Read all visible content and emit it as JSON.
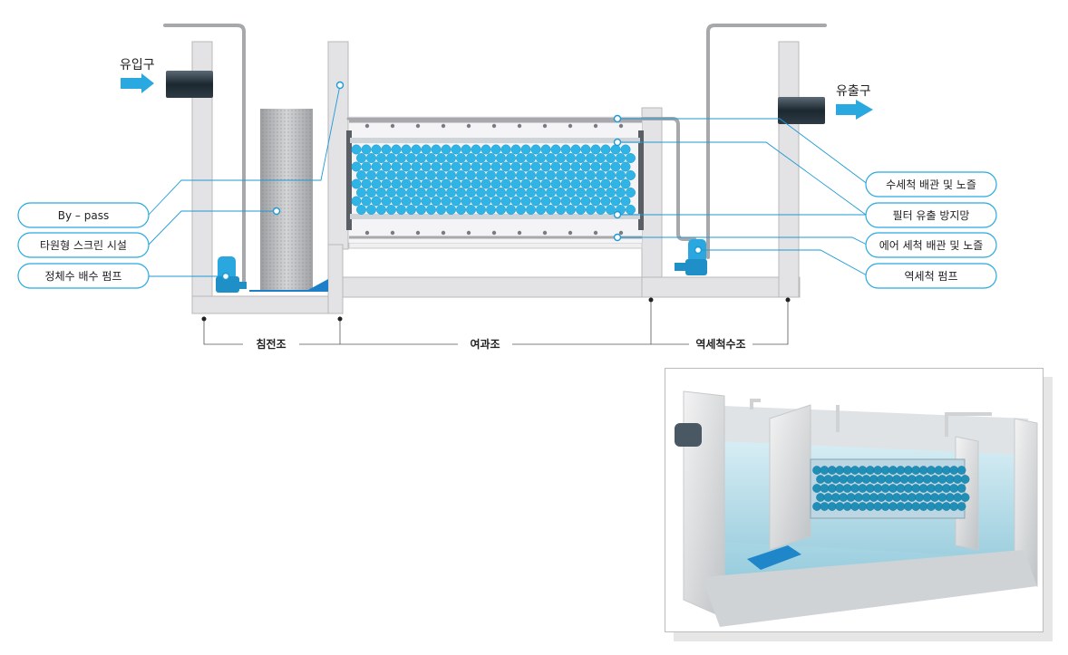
{
  "inlet_label": "유입구",
  "outlet_label": "유출구",
  "callouts_left": [
    "By – pass",
    "타원형 스크린 시설",
    "정체수 배수 펌프"
  ],
  "callouts_right": [
    "수세척 배관 및 노즐",
    "필터 유출 방지망",
    "에어 세척 배관 및 노즐",
    "역세척 펌프"
  ],
  "sections": [
    "침전조",
    "여과조",
    "역세척수조"
  ],
  "colors": {
    "accent": "#29a9e0",
    "ball": "#2fb4e6",
    "wall": "#e2e2e4",
    "pipe": "#a9aaad",
    "line": "#1d9ad6"
  }
}
